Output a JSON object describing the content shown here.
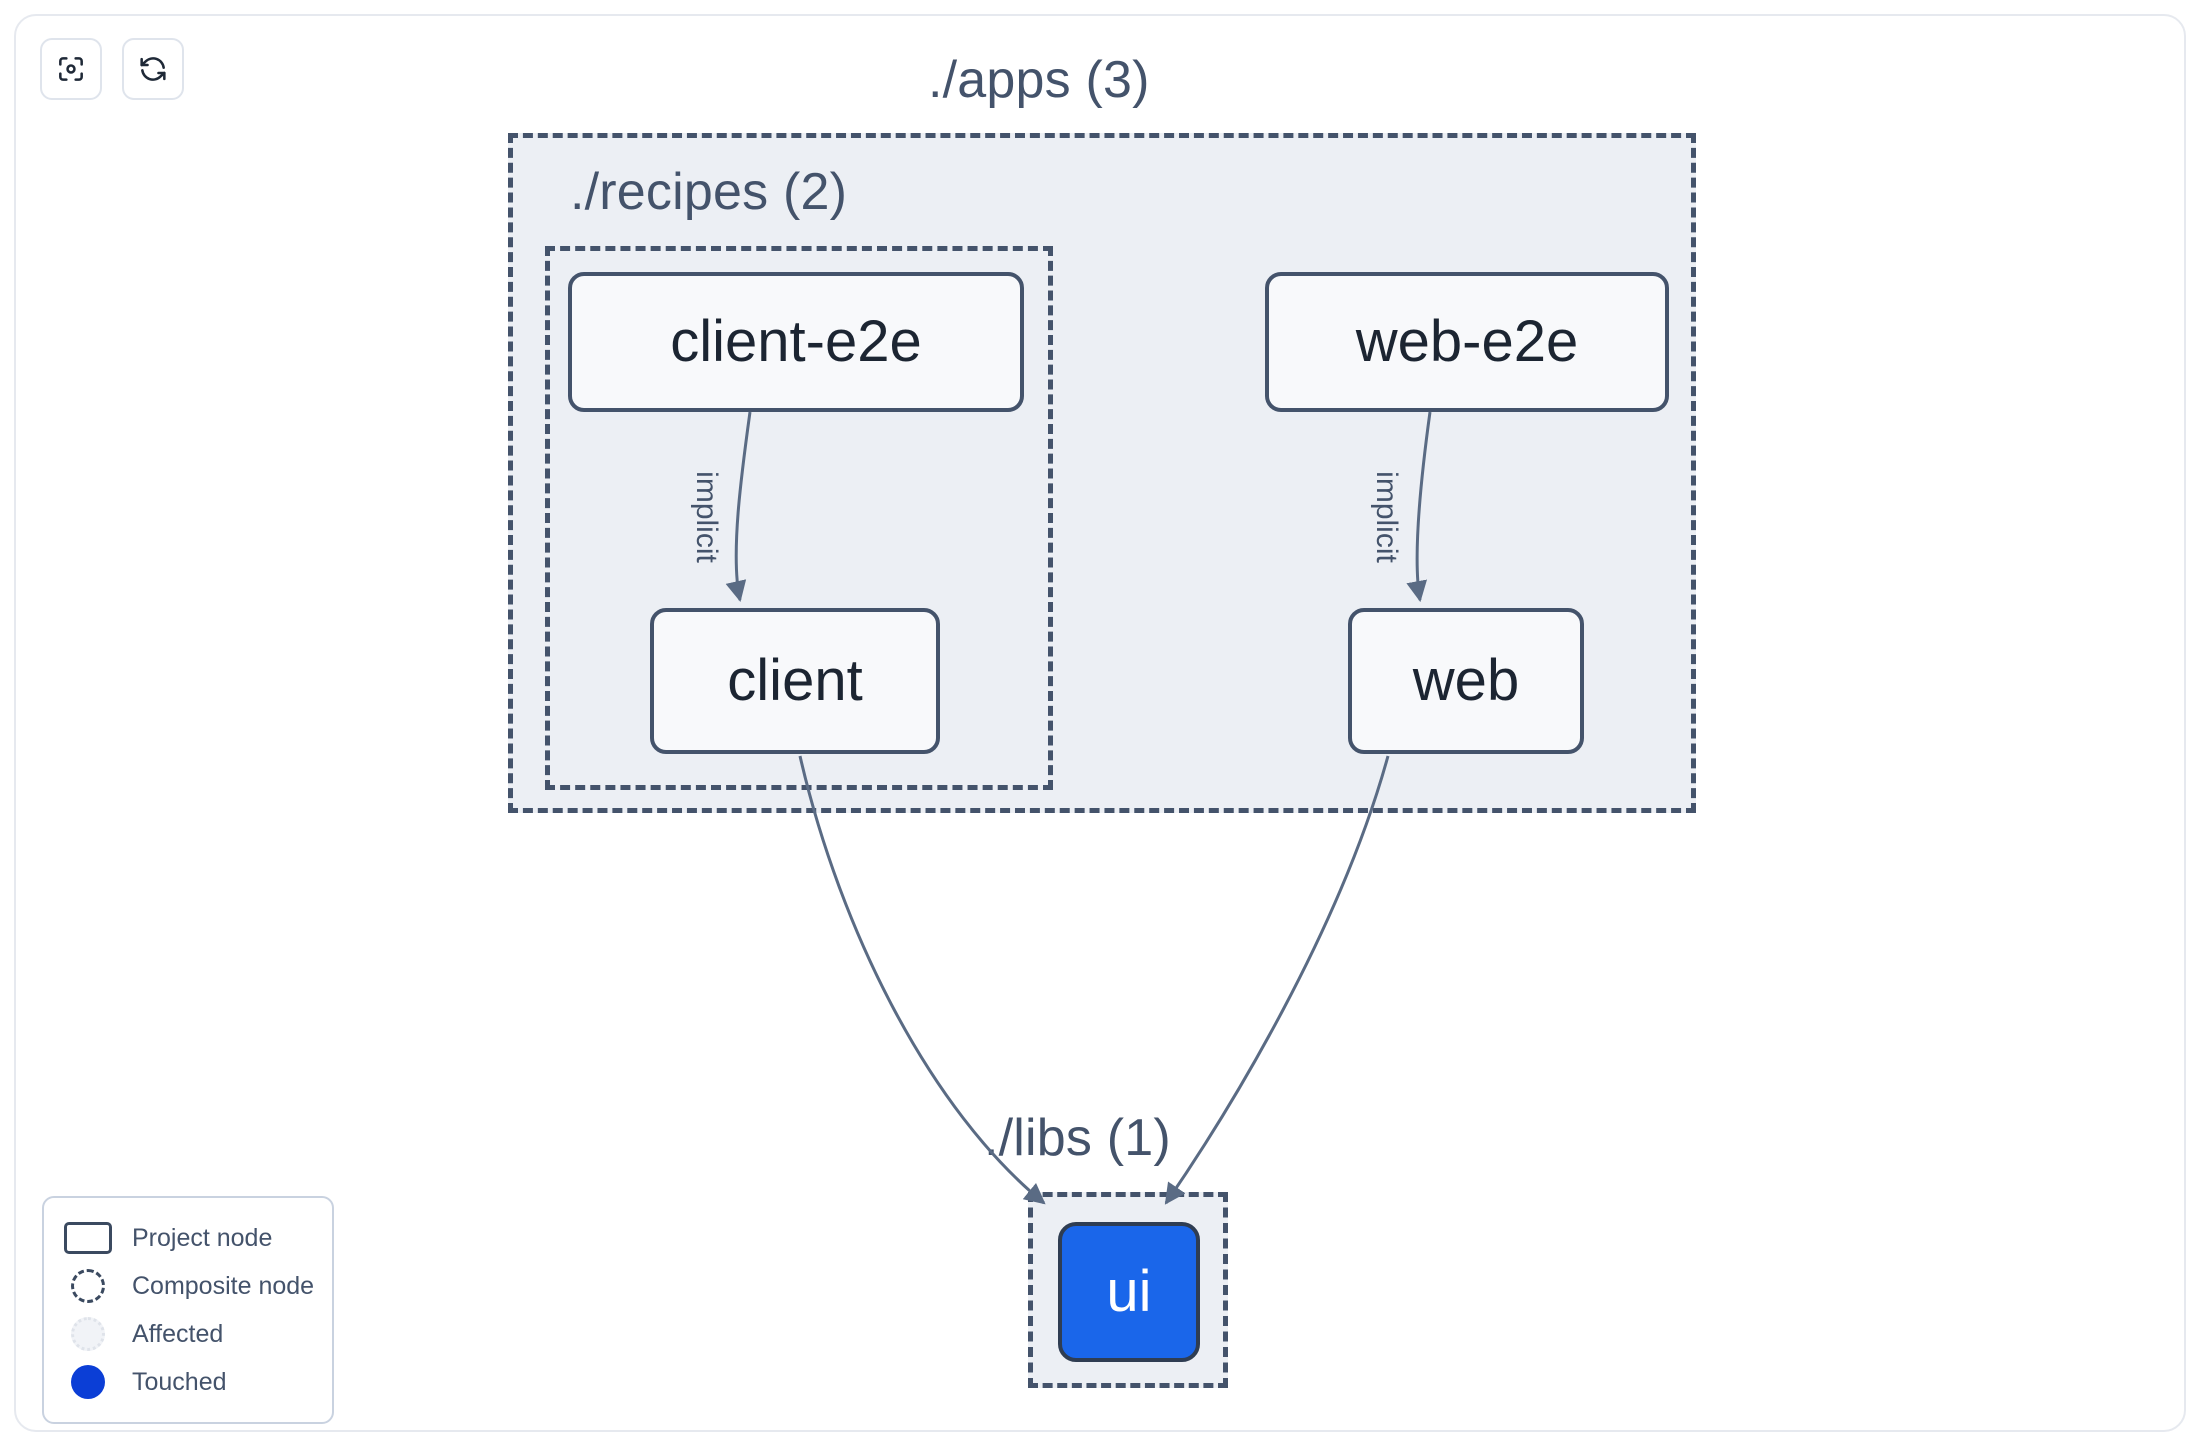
{
  "toolbar": {
    "buttons": [
      {
        "name": "focus-graph",
        "icon": "focus-icon",
        "title": "Focus graph"
      },
      {
        "name": "refresh-graph",
        "icon": "refresh-icon",
        "title": "Refresh graph"
      }
    ]
  },
  "graph": {
    "groups": [
      {
        "id": "apps",
        "label": "./apps (3)",
        "count": 3
      },
      {
        "id": "recipes",
        "label": "./recipes (2)",
        "count": 2
      },
      {
        "id": "libs",
        "label": "./libs (1)",
        "count": 1
      }
    ],
    "nodes": [
      {
        "id": "client-e2e",
        "label": "client-e2e",
        "group": "recipes",
        "state": "project"
      },
      {
        "id": "web-e2e",
        "label": "web-e2e",
        "group": "apps",
        "state": "project"
      },
      {
        "id": "client",
        "label": "client",
        "group": "recipes",
        "state": "project"
      },
      {
        "id": "web",
        "label": "web",
        "group": "apps",
        "state": "project"
      },
      {
        "id": "ui",
        "label": "ui",
        "group": "libs",
        "state": "touched"
      }
    ],
    "edges": [
      {
        "from": "client-e2e",
        "to": "client",
        "label": "implicit"
      },
      {
        "from": "web-e2e",
        "to": "web",
        "label": "implicit"
      },
      {
        "from": "client",
        "to": "ui",
        "label": ""
      },
      {
        "from": "web",
        "to": "ui",
        "label": ""
      }
    ]
  },
  "legend": {
    "items": [
      {
        "swatch": "project-node-swatch",
        "label": "Project node"
      },
      {
        "swatch": "composite-node-swatch",
        "label": "Composite node"
      },
      {
        "swatch": "affected-swatch",
        "label": "Affected"
      },
      {
        "swatch": "touched-swatch",
        "label": "Touched"
      }
    ]
  },
  "colors": {
    "group_border": "#44536b",
    "group_fill": "#eceff4",
    "node_border": "#44536b",
    "node_fill": "#f8f9fb",
    "node_text": "#1c2532",
    "touched_fill": "#1a66ea",
    "legend_touched": "#0b3ed6",
    "edge_stroke": "#5a6b84",
    "canvas_bg": "#ffffff"
  }
}
